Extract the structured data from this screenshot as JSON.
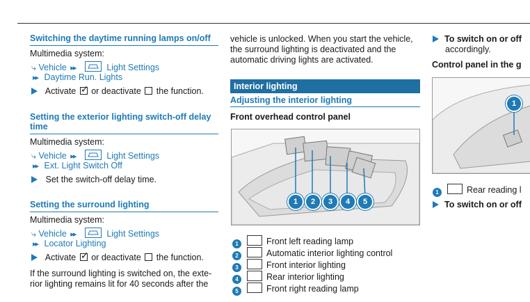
{
  "col1": {
    "sec1": {
      "heading": "Switching the daytime running lamps on/off",
      "multimedia": "Multimedia system:",
      "nav1": "Vehicle",
      "nav2": "Light Settings",
      "nav3": "Daytime Run. Lights",
      "step_a": "Activate",
      "step_b": "or deactivate",
      "step_c": "the function."
    },
    "sec2": {
      "heading_l1": "Setting the exterior lighting switch-off delay",
      "heading_l2": "time",
      "multimedia": "Multimedia system:",
      "nav1": "Vehicle",
      "nav2": "Light Settings",
      "nav3": "Ext. Light Switch Off",
      "step": "Set the switch-off delay time."
    },
    "sec3": {
      "heading": "Setting the surround lighting",
      "multimedia": "Multimedia system:",
      "nav1": "Vehicle",
      "nav2": "Light Settings",
      "nav3": "Locator Lighting",
      "step_a": "Activate",
      "step_b": "or deactivate",
      "step_c": "the function.",
      "para_l1": "If the surround lighting is switched on, the exte-",
      "para_l2": "rior lighting remains lit for 40 seconds after the"
    }
  },
  "col2": {
    "para_l1": "vehicle is unlocked. When you start the vehicle,",
    "para_l2": "the surround lighting is deactivated and the",
    "para_l3": "automatic driving lights are activated.",
    "bar_title": "Interior lighting",
    "sub_heading": "Adjusting the interior lighting",
    "panel_heading": "Front overhead control panel",
    "callouts": [
      "1",
      "2",
      "3",
      "4",
      "5"
    ],
    "legend": [
      {
        "num": "1",
        "label": "Front left reading lamp"
      },
      {
        "num": "2",
        "label": "Automatic interior lighting control"
      },
      {
        "num": "3",
        "label": "Front interior lighting"
      },
      {
        "num": "4",
        "label": "Rear interior lighting"
      },
      {
        "num": "5",
        "label": "Front right reading lamp"
      }
    ]
  },
  "col3": {
    "step1_a": "To switch on or off",
    "step1_b": "accordingly.",
    "heading": "Control panel in the g",
    "callout": "1",
    "legend_num": "1",
    "legend_label": "Rear reading l",
    "step2": "To switch on or off"
  },
  "colors": {
    "accent": "#1f7ab5",
    "bar": "#1f6fa3"
  }
}
